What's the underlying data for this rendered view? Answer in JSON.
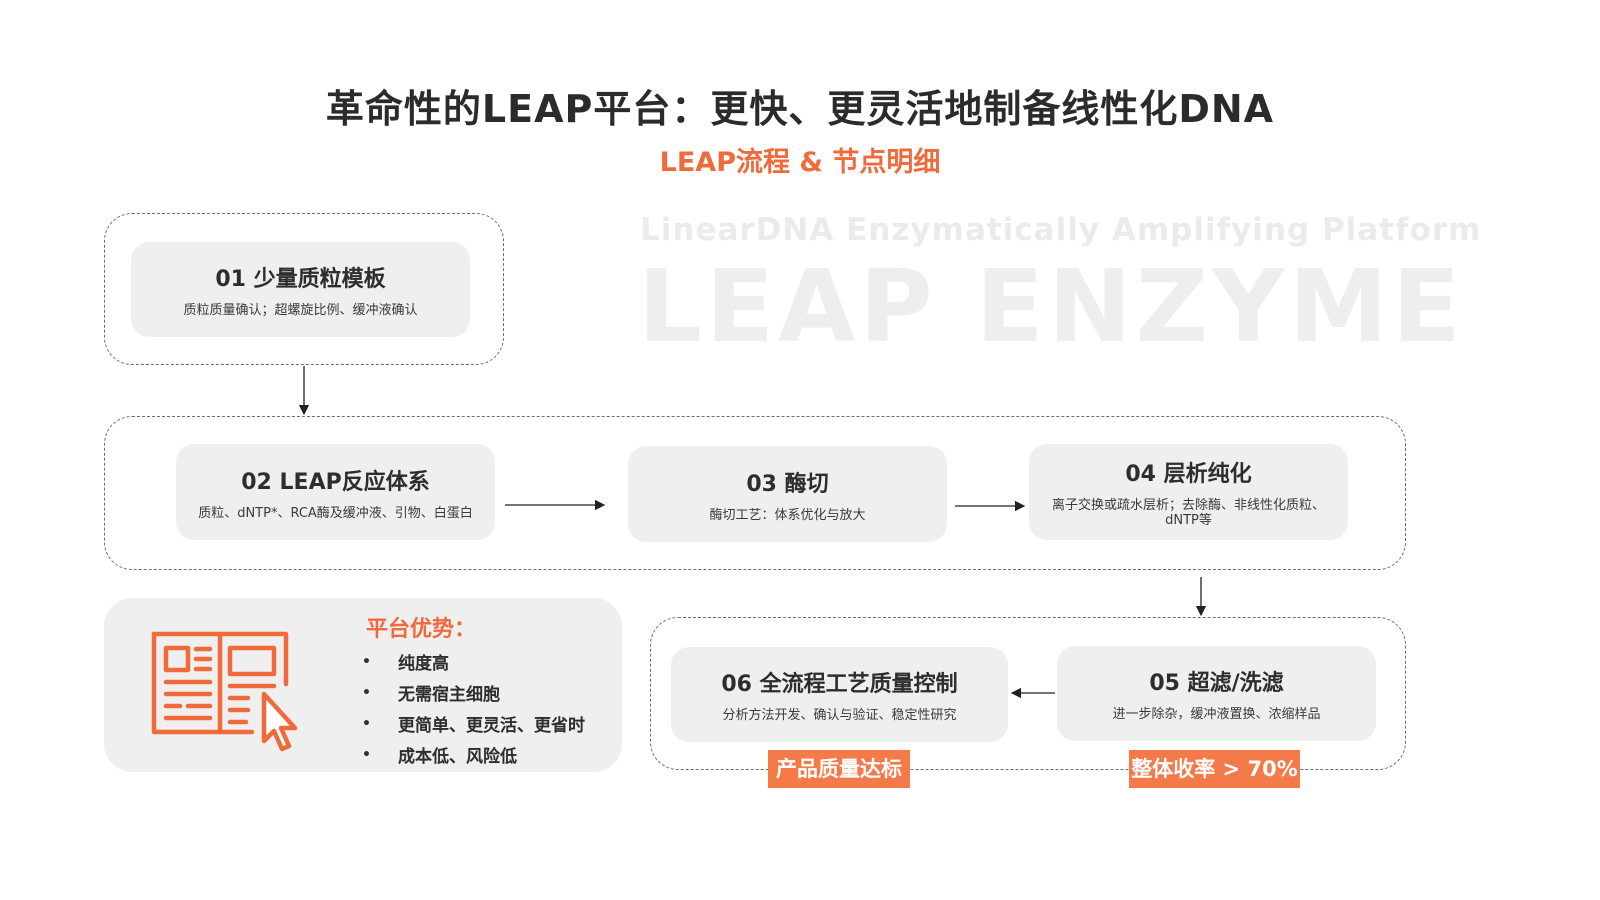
{
  "header": {
    "title": "革命性的LEAP平台：更快、更灵活地制备线性化DNA",
    "subtitle": "LEAP流程 & 节点明细"
  },
  "watermark": {
    "line1": "LinearDNA Enzymatically Amplifying Platform",
    "line2": "LEAP ENZYME"
  },
  "steps": [
    {
      "title": "01 少量质粒模板",
      "desc": "质粒质量确认；超螺旋比例、缓冲液确认"
    },
    {
      "title": "02 LEAP反应体系",
      "desc": "质粒、dNTP*、RCA酶及缓冲液、引物、白蛋白"
    },
    {
      "title": "03 酶切",
      "desc": "酶切工艺：体系优化与放大"
    },
    {
      "title": "04 层析纯化",
      "desc": "离子交换或疏水层析；去除酶、非线性化质粒、dNTP等"
    },
    {
      "title": "05 超滤/洗滤",
      "desc": "进一步除杂，缓冲液置换、浓缩样品"
    },
    {
      "title": "06 全流程工艺质量控制",
      "desc": "分析方法开发、确认与验证、稳定性研究"
    }
  ],
  "advantages": {
    "title": "平台优势：",
    "bullet": "•",
    "items": [
      "纯度高",
      "无需宿主细胞",
      "更简单、更灵活、更省时",
      "成本低、风险低"
    ],
    "icon": "document-click-icon"
  },
  "tags": {
    "quality": "产品质量达标",
    "yield": "整体收率 > 70%"
  },
  "colors": {
    "accent": "#f06a3c",
    "tag_bg": "#f57a4a",
    "box_bg": "#efefef",
    "watermark": "#eeeeee"
  }
}
